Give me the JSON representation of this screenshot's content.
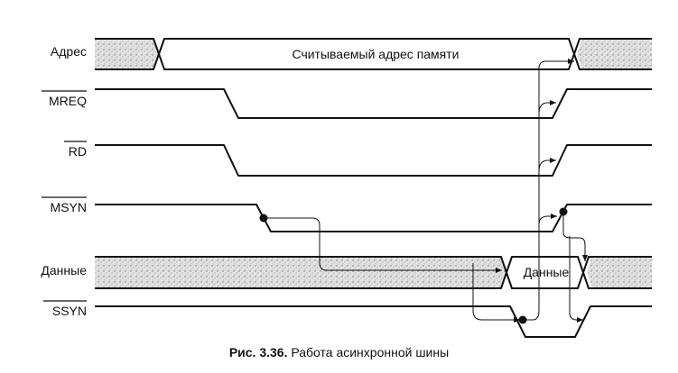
{
  "signals": {
    "address": "Адрес",
    "mreq": "MREQ",
    "rd": "RD",
    "msyn": "MSYN",
    "data": "Данные",
    "ssyn": "SSYN"
  },
  "bus_labels": {
    "address_value": "Считываемый адрес памяти",
    "data_value": "Данные"
  },
  "caption": {
    "number": "Рис. 3.36.",
    "text": "Работа асинхронной шины"
  }
}
